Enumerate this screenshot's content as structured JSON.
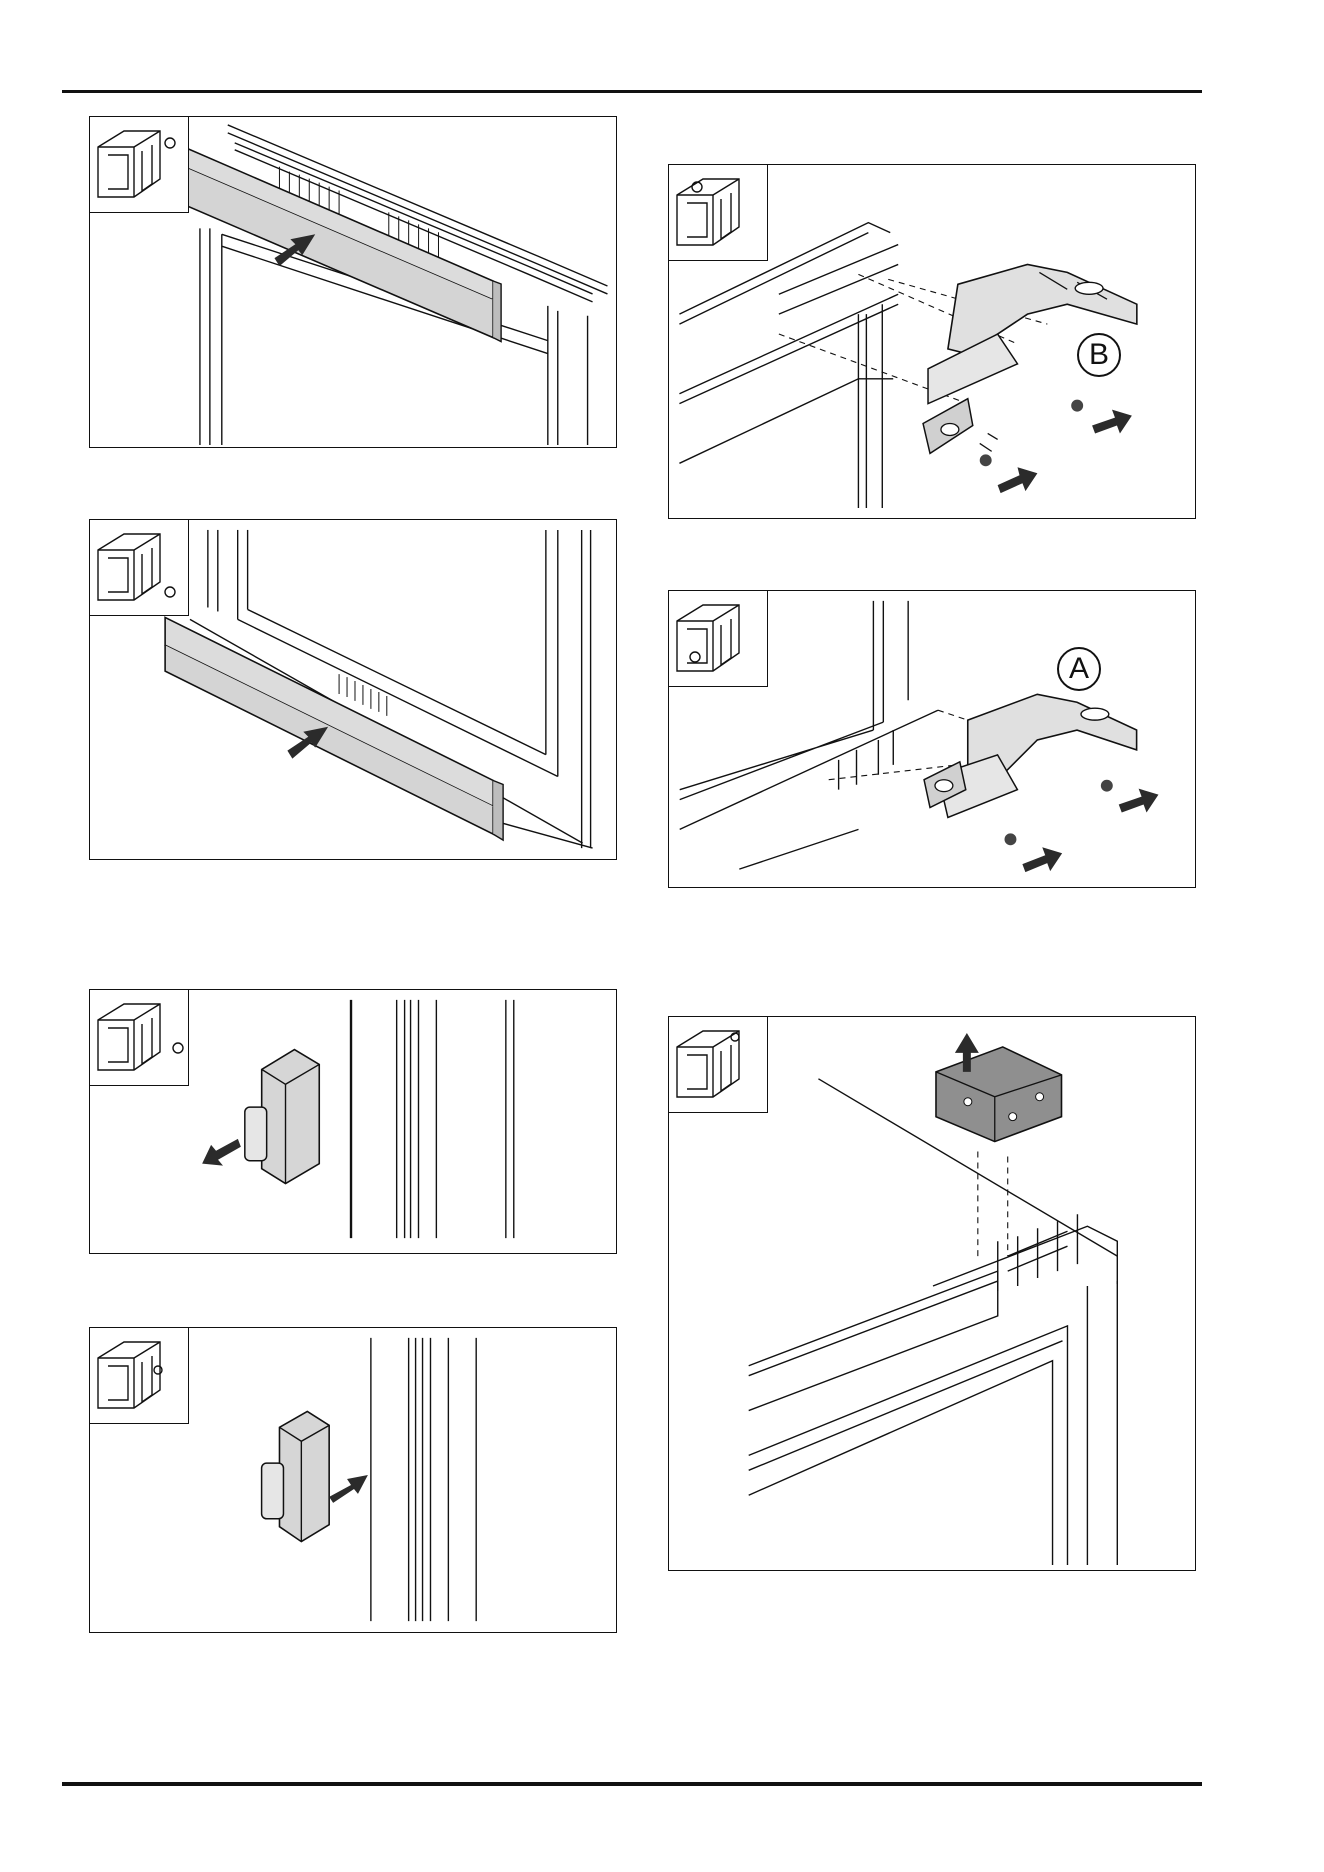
{
  "page": {
    "header_rule": true,
    "footer_rule": true
  },
  "figures": [
    {
      "id": "fig-1",
      "icon": "cabinet-top-right-marker-icon",
      "action": "push-in-arrow"
    },
    {
      "id": "fig-2",
      "icon": "cabinet-bottom-right-marker-icon",
      "action": "push-in-arrow"
    },
    {
      "id": "fig-3",
      "icon": "cabinet-middle-right-marker-icon",
      "action": "pull-out-arrow"
    },
    {
      "id": "fig-4",
      "icon": "cabinet-middle-right-marker-icon",
      "action": "push-in-arrow"
    },
    {
      "id": "fig-5",
      "icon": "cabinet-top-left-marker-icon",
      "label": "B",
      "action": "screw-in-arrows"
    },
    {
      "id": "fig-6",
      "icon": "cabinet-bottom-left-marker-icon",
      "label": "A",
      "action": "screw-in-arrows"
    },
    {
      "id": "fig-7",
      "icon": "cabinet-top-left-marker-icon",
      "action": "lift-up-arrow"
    }
  ],
  "colors": {
    "line": "#111111",
    "part_fill": "#dcdcdc",
    "dark_part": "#8f8f8f",
    "arrow": "#2b2b2b"
  }
}
